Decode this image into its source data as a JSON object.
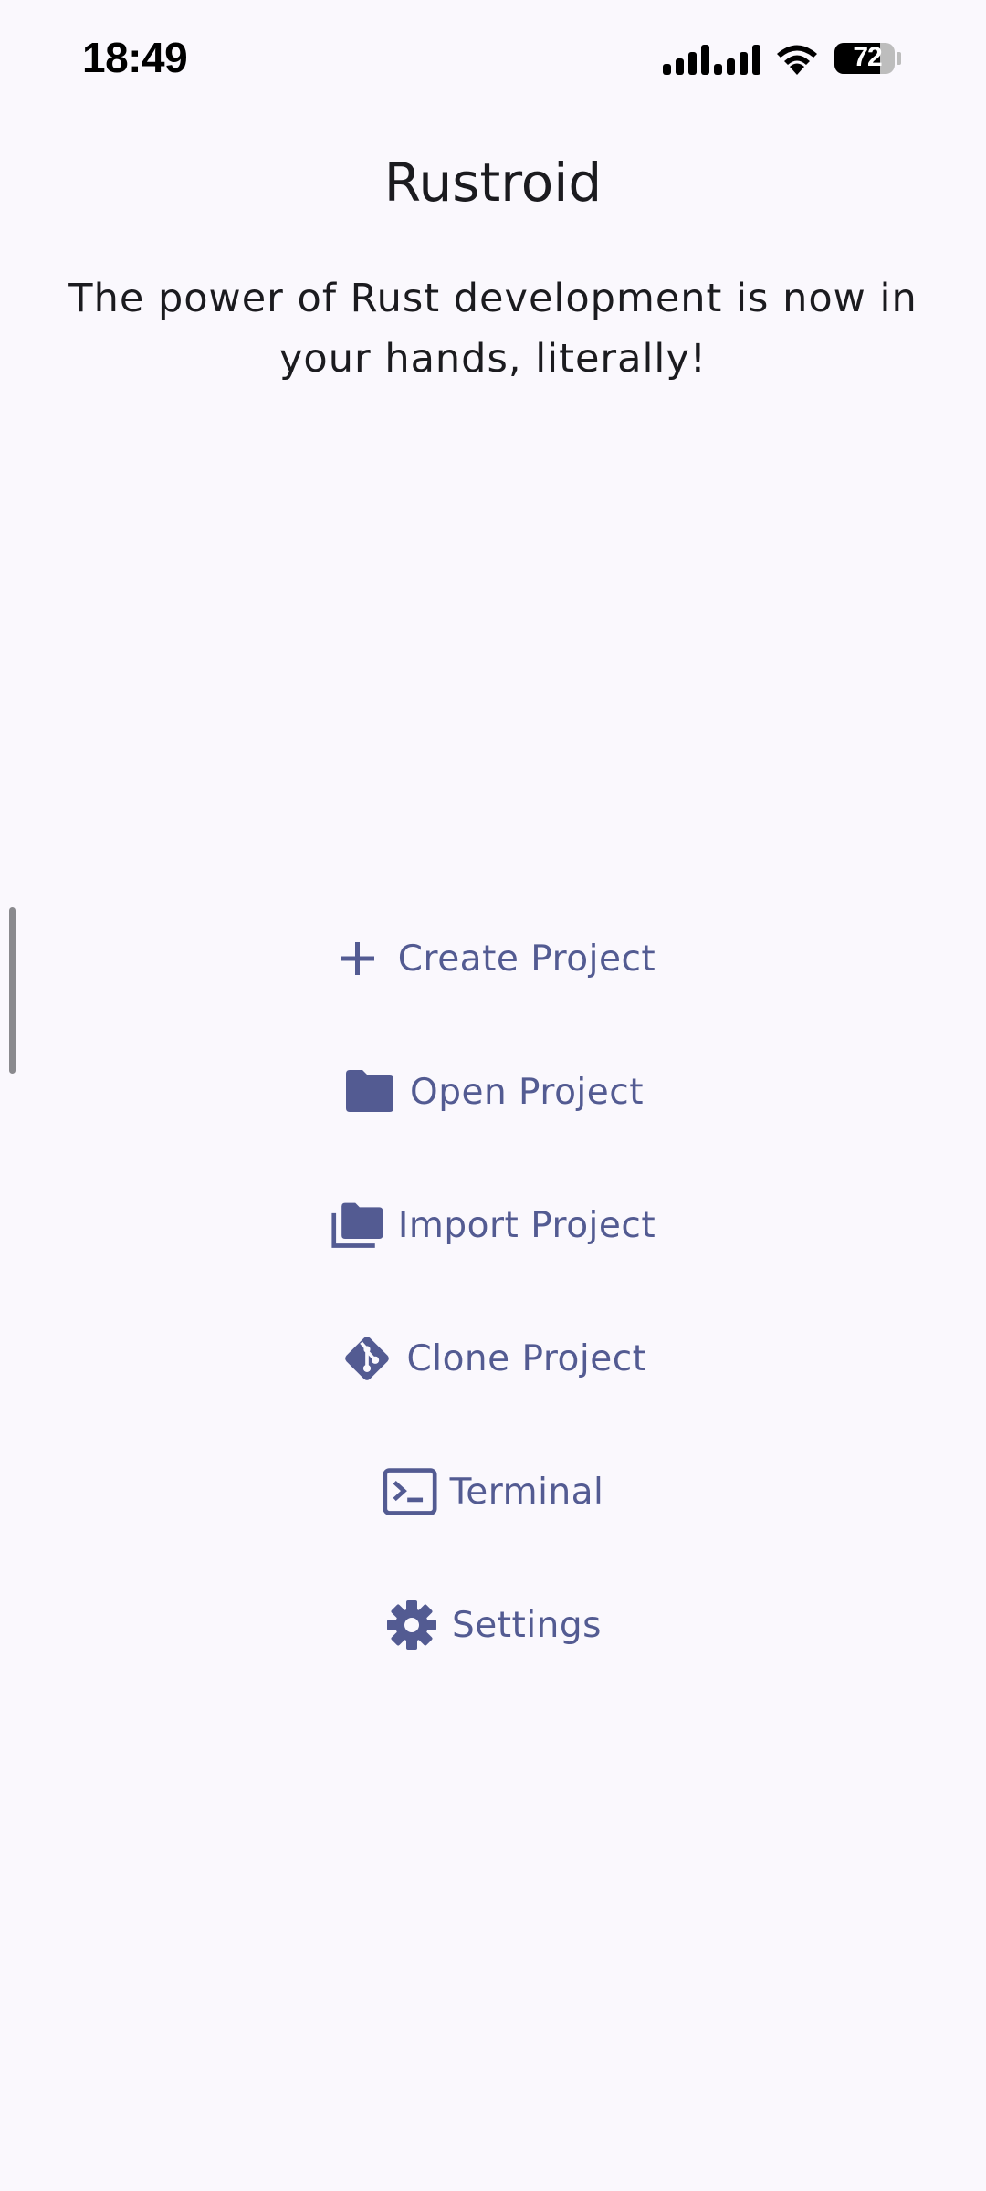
{
  "status_bar": {
    "time": "18:49",
    "battery": "72"
  },
  "header": {
    "title": "Rustroid",
    "subtitle": "The power of Rust development is now in your hands, literally!"
  },
  "menu": {
    "items": [
      {
        "label": "Create Project",
        "icon": "plus-icon"
      },
      {
        "label": "Open Project",
        "icon": "folder-icon"
      },
      {
        "label": "Import Project",
        "icon": "folder-copy-icon"
      },
      {
        "label": "Clone Project",
        "icon": "git-icon"
      },
      {
        "label": "Terminal",
        "icon": "terminal-icon"
      },
      {
        "label": "Settings",
        "icon": "gear-icon"
      }
    ]
  },
  "colors": {
    "background": "#faf8fd",
    "accent": "#535b92",
    "text": "#1b1b1f"
  }
}
